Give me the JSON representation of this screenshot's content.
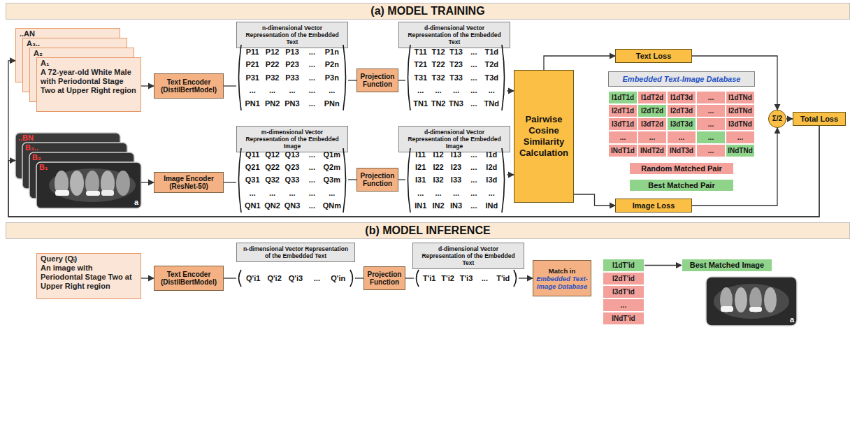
{
  "diagram": {
    "nodes": [
      {
        "text": [
          "(a) MODEL TRAINING"
        ]
      },
      {
        "text": [
          "..AN"
        ]
      },
      {
        "text": [
          "A₃.."
        ]
      },
      {
        "text": [
          "A₂"
        ]
      },
      {
        "text": [
          "A₁",
          "A 72-year-old White Male with Periodontal Stage Two at Upper Right region"
        ]
      },
      {
        "text": [
          "..BN"
        ]
      },
      {
        "text": [
          "B₃.."
        ]
      },
      {
        "text": [
          "B₂"
        ]
      },
      {
        "text": [
          "B₁",
          "a"
        ]
      },
      {
        "text": [
          "Text Encoder (DistilBertModel)"
        ]
      },
      {
        "text": [
          "n-dimensional Vector Representation of the Embedded Text"
        ]
      },
      {
        "text": [
          "P11",
          "P12",
          "P13",
          "...",
          "P1n",
          "P21",
          "P22",
          "P23",
          "...",
          "P2n",
          "P31",
          "P32",
          "P33",
          "...",
          "P3n",
          "...",
          "...",
          "...",
          "...",
          "...",
          "PN1",
          "PN2",
          "PN3",
          "...",
          "PNn"
        ]
      },
      {
        "text": [
          "Projection Function"
        ]
      },
      {
        "text": [
          "d-dimensional Vector Representation of the Embedded Text"
        ]
      },
      {
        "text": [
          "T11",
          "T12",
          "T13",
          "...",
          "T1d",
          "T21",
          "T22",
          "T23",
          "...",
          "T2d",
          "T31",
          "T32",
          "T33",
          "...",
          "T3d",
          "...",
          "...",
          "...",
          "...",
          "...",
          "TN1",
          "TN2",
          "TN3",
          "...",
          "TNd"
        ]
      },
      {
        "text": [
          "Image Encoder (ResNet-50)"
        ]
      },
      {
        "text": [
          "m-dimensional Vector Representation of the Embedded Image"
        ]
      },
      {
        "text": [
          "Q11",
          "Q12",
          "Q13",
          "...",
          "Q1m",
          "Q21",
          "Q22",
          "Q23",
          "...",
          "Q2m",
          "Q31",
          "Q32",
          "Q33",
          "...",
          "Q3m",
          "...",
          "...",
          "...",
          "...",
          "...",
          "QN1",
          "QN2",
          "QN3",
          "...",
          "QNm"
        ]
      },
      {
        "text": [
          "Projection Function"
        ]
      },
      {
        "text": [
          "d-dimensional Vector Representation of the Embedded Image"
        ]
      },
      {
        "text": [
          "I11",
          "I12",
          "I13",
          "...",
          "I1d",
          "I21",
          "I22",
          "I23",
          "...",
          "I2d",
          "I31",
          "I32",
          "I33",
          "...",
          "I3d",
          "...",
          "...",
          "...",
          "...",
          "...",
          "IN1",
          "IN2",
          "IN3",
          "...",
          "INd"
        ]
      },
      {
        "text": [
          "Pairwise Cosine Similarity Calculation"
        ]
      },
      {
        "text": [
          "Text Loss"
        ]
      },
      {
        "text": [
          "Embedded Text-Image Database"
        ]
      },
      {
        "text": [
          "I1dT1d"
        ]
      },
      {
        "text": [
          "I1dT2d"
        ]
      },
      {
        "text": [
          "I1dT3d"
        ]
      },
      {
        "text": [
          "..."
        ]
      },
      {
        "text": [
          "I1dTNd"
        ]
      },
      {
        "text": [
          "I2dT1d"
        ]
      },
      {
        "text": [
          "I2dT2d"
        ]
      },
      {
        "text": [
          "I2dT3d"
        ]
      },
      {
        "text": [
          "..."
        ]
      },
      {
        "text": [
          "I2dTNd"
        ]
      },
      {
        "text": [
          "I3dT1d"
        ]
      },
      {
        "text": [
          "I3dT2d"
        ]
      },
      {
        "text": [
          "I3dT3d"
        ]
      },
      {
        "text": [
          "..."
        ]
      },
      {
        "text": [
          "I3dTNd"
        ]
      },
      {
        "text": [
          "..."
        ]
      },
      {
        "text": [
          "..."
        ]
      },
      {
        "text": [
          "..."
        ]
      },
      {
        "text": [
          "..."
        ]
      },
      {
        "text": [
          "..."
        ]
      },
      {
        "text": [
          "INdT1d"
        ]
      },
      {
        "text": [
          "INdT2d"
        ]
      },
      {
        "text": [
          "INdT3d"
        ]
      },
      {
        "text": [
          "..."
        ]
      },
      {
        "text": [
          "INdTNd"
        ]
      },
      {
        "text": [
          "Image Loss"
        ]
      },
      {
        "text": [
          "Σ/2"
        ]
      },
      {
        "text": [
          "Total Loss"
        ]
      },
      {
        "text": [
          "(b) MODEL INFERENCE"
        ]
      },
      {
        "text": [
          "Query (Qᵢ)",
          "An image with Periodontal Stage Two at Upper Right region"
        ]
      },
      {
        "text": [
          "Text Encoder (DistilBertModel)"
        ]
      },
      {
        "text": [
          "n-dimensional Vector Representation of the Embedded Text"
        ]
      },
      {
        "text": [
          "Q'i1",
          "Q'i2",
          "Q'i3",
          "...",
          "Q'in"
        ]
      },
      {
        "text": [
          "Projection Function"
        ]
      },
      {
        "text": [
          "d-dimensional Vector Representation of the Embedded Text"
        ]
      },
      {
        "text": [
          "T'i1",
          "T'i2",
          "T'i3",
          "...",
          "T'id"
        ]
      },
      {
        "text": [
          "Match in",
          "Embedded Text-Image Database"
        ]
      },
      {
        "text": [
          "I1dT'id"
        ]
      },
      {
        "text": [
          "I2dT'id"
        ]
      },
      {
        "text": [
          "I3dT'id"
        ]
      },
      {
        "text": [
          "..."
        ]
      },
      {
        "text": [
          "INdT'id"
        ]
      },
      {
        "text": [
          "Best Matched Image"
        ]
      },
      {
        "text": [
          "a"
        ]
      }
    ],
    "edges": [
      {
        "from": 4,
        "to": 9,
        "arrow": "to"
      },
      {
        "from": 8,
        "to": 15,
        "arrow": "to"
      },
      {
        "from": 9,
        "to": 11,
        "arrow": "none"
      },
      {
        "from": 15,
        "to": 17,
        "arrow": "none"
      },
      {
        "from": 11,
        "to": 12,
        "arrow": "none"
      },
      {
        "from": 12,
        "to": 14,
        "arrow": "none"
      },
      {
        "from": 17,
        "to": 18,
        "arrow": "none"
      },
      {
        "from": 18,
        "to": 20,
        "arrow": "none"
      },
      {
        "from": 14,
        "to": 21,
        "arrow": "to"
      },
      {
        "from": 20,
        "to": 21,
        "arrow": "to"
      },
      {
        "from": 21,
        "to": 22,
        "arrow": "to"
      },
      {
        "from": 21,
        "to": 49,
        "arrow": "to"
      },
      {
        "from": 22,
        "to": 50,
        "arrow": "to"
      },
      {
        "from": 49,
        "to": 50,
        "arrow": "to"
      },
      {
        "from": 50,
        "to": 51,
        "arrow": "to"
      },
      {
        "from": 51,
        "to": 1,
        "arrow": "to"
      },
      {
        "from": 51,
        "to": 5,
        "arrow": "to"
      },
      {
        "from": 53,
        "to": 54,
        "arrow": "to"
      },
      {
        "from": 54,
        "to": 56,
        "arrow": "none"
      },
      {
        "from": 56,
        "to": 57,
        "arrow": "none"
      },
      {
        "from": 57,
        "to": 59,
        "arrow": "none"
      },
      {
        "from": 59,
        "to": 60,
        "arrow": "to"
      },
      {
        "from": 61,
        "to": 66,
        "arrow": "to"
      }
    ],
    "legend": [
      {
        "text": "Random Matched Pair",
        "color": "#f4a19c"
      },
      {
        "text": "Best Matched Pair",
        "color": "#8fd48a"
      }
    ]
  }
}
